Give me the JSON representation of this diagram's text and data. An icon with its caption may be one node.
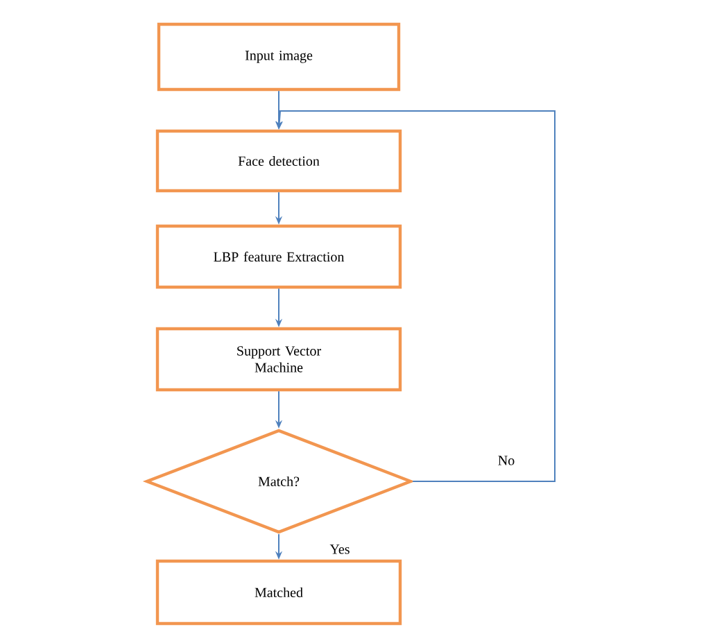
{
  "diagram": {
    "nodes": [
      {
        "text": [
          "Input image"
        ]
      },
      {
        "text": [
          "Face detection"
        ]
      },
      {
        "text": [
          "LBP feature Extraction"
        ]
      },
      {
        "text": [
          "Support Vector Machine"
        ]
      },
      {
        "text": [
          "Match?"
        ]
      },
      {
        "text": [
          "Matched"
        ]
      }
    ],
    "edges": [
      {
        "from": 0,
        "to": 1,
        "arrow": "to"
      },
      {
        "from": 1,
        "to": 2,
        "arrow": "to"
      },
      {
        "from": 2,
        "to": 3,
        "arrow": "to"
      },
      {
        "from": 3,
        "to": 4,
        "arrow": "to"
      },
      {
        "from": 4,
        "to": 5,
        "arrow": "to",
        "label": "Yes"
      },
      {
        "from": 4,
        "to": 1,
        "arrow": "to",
        "label": "No"
      }
    ]
  }
}
